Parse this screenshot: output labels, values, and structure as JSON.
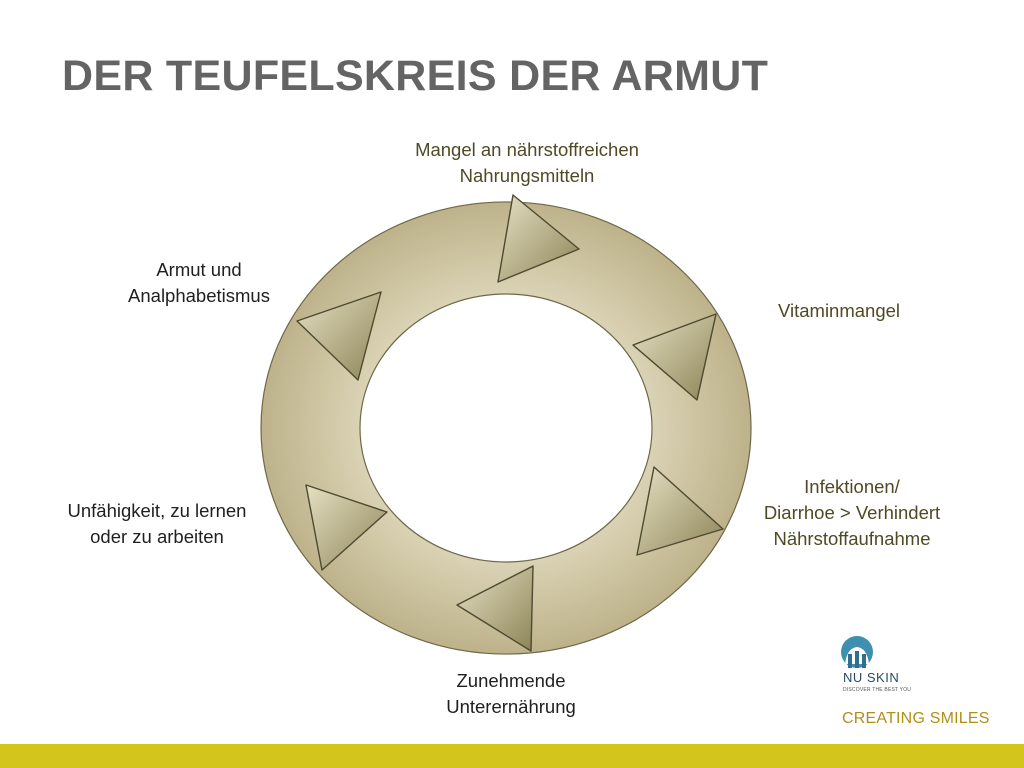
{
  "slide": {
    "title": "DER TEUFELSKREIS DER ARMUT"
  },
  "cycle": {
    "steps": [
      {
        "lines": [
          "Mangel an nährstoffreichen",
          "Nahrungsmitteln"
        ],
        "color": "#4f4a25"
      },
      {
        "lines": [
          "Vitaminmangel"
        ],
        "color": "#4f4a25"
      },
      {
        "lines": [
          "Infektionen/",
          "Diarrhoe >  Verhindert",
          "Nährstoffaufnahme"
        ],
        "color": "#4f4a25"
      },
      {
        "lines": [
          "Zunehmende",
          "Unterernährung"
        ],
        "color": "#1f1f1f"
      },
      {
        "lines": [
          "Unfähigkeit, zu lernen",
          "oder zu arbeiten"
        ],
        "color": "#1f1f1f"
      },
      {
        "lines": [
          "Armut und",
          "Analphabetismus"
        ],
        "color": "#1f1f1f"
      }
    ],
    "ring_color": "#c8bf9c",
    "arrow_color": "#9c9566"
  },
  "logo": {
    "brand": "NU SKIN",
    "subline": "DISCOVER THE BEST YOU",
    "tagline": "CREATING SMILES",
    "brand_color": "#2b4a66",
    "tagline_color": "#b08f18"
  },
  "footer": {
    "bar_color": "#d4c51c"
  }
}
